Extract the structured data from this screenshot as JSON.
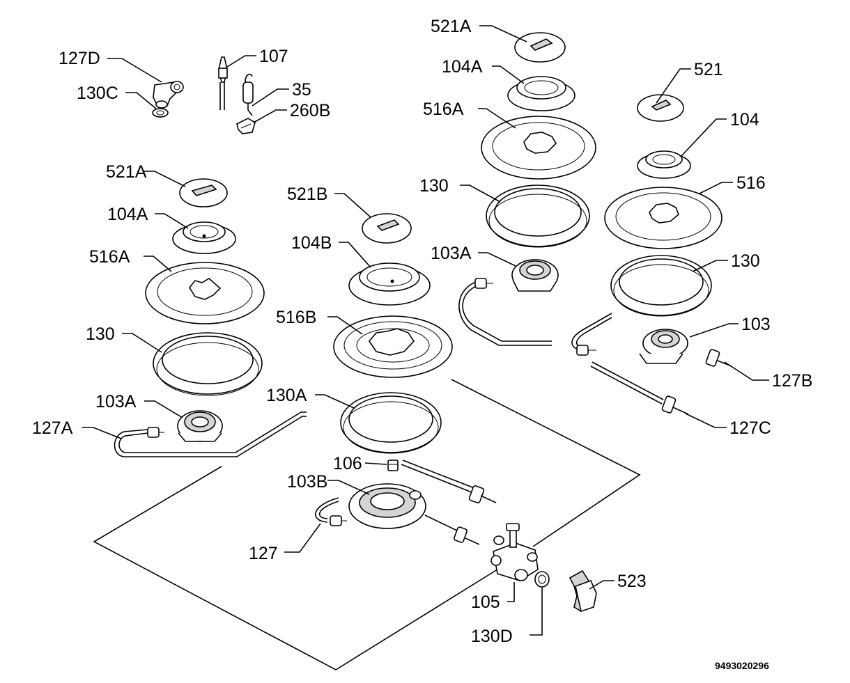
{
  "labels": {
    "l127d": "127D",
    "l130c": "130C",
    "l107": "107",
    "l35": "35",
    "l260b": "260B",
    "l521a_top": "521A",
    "l104a_top": "104A",
    "l516a_top": "516A",
    "l521": "521",
    "l104": "104",
    "l516": "516",
    "l130_topmid": "130",
    "l103a_top": "103A",
    "l130_right": "130",
    "l103": "103",
    "l127b": "127B",
    "l127c": "127C",
    "l521a_left": "521A",
    "l104a_left": "104A",
    "l516a_left": "516A",
    "l130_left": "130",
    "l103a_left": "103A",
    "l127a": "127A",
    "l521b": "521B",
    "l104b": "104B",
    "l516b": "516B",
    "l130a": "130A",
    "l106": "106",
    "l103b": "103B",
    "l127": "127",
    "l105": "105",
    "l130d": "130D",
    "l523": "523"
  },
  "document_number": "9493020296"
}
